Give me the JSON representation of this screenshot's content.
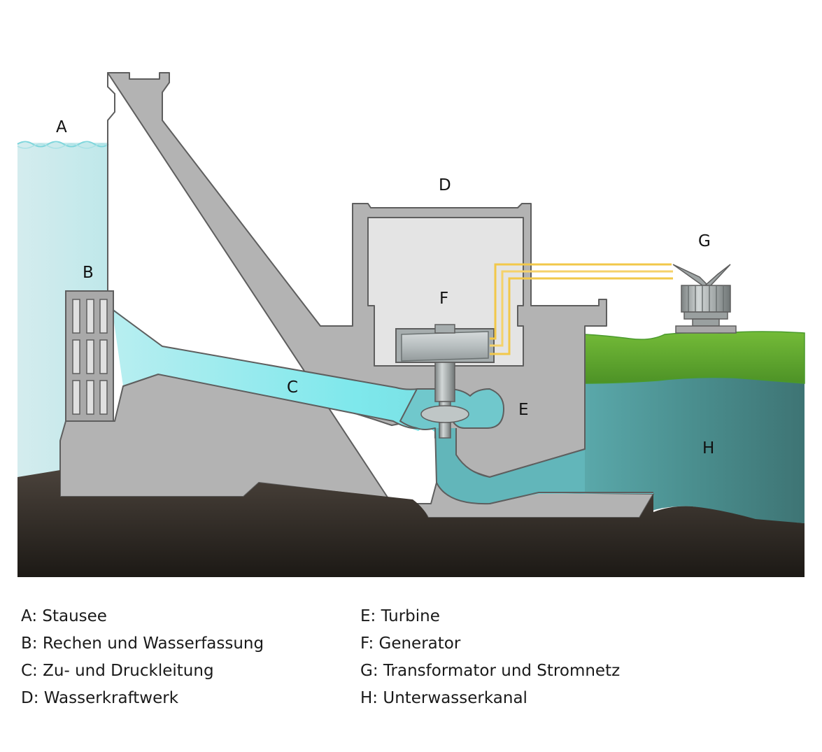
{
  "labels": {
    "a": "A",
    "b": "B",
    "c": "C",
    "d": "D",
    "e": "E",
    "f": "F",
    "g": "G",
    "h": "H"
  },
  "legend": {
    "left": [
      "A: Stausee",
      "B: Rechen und Wasserfassung",
      "C: Zu- und Druckleitung",
      "D: Wasserkraftwerk"
    ],
    "right": [
      "E: Turbine",
      "F: Generator",
      "G: Transformator und Stromnetz",
      "H: Unterwasserkanal"
    ]
  },
  "colors": {
    "reservoir": "#c8e8ec",
    "penstock": "#7ee6ea",
    "dam": "#b3b3b3",
    "dam_outline": "#5e5e5e",
    "powerhouse_interior": "#e4e4e4",
    "tailwater": "#3f7878",
    "grass": "#6ab432",
    "ground": "#2f2a26",
    "power_lines": "#f2c84a"
  }
}
